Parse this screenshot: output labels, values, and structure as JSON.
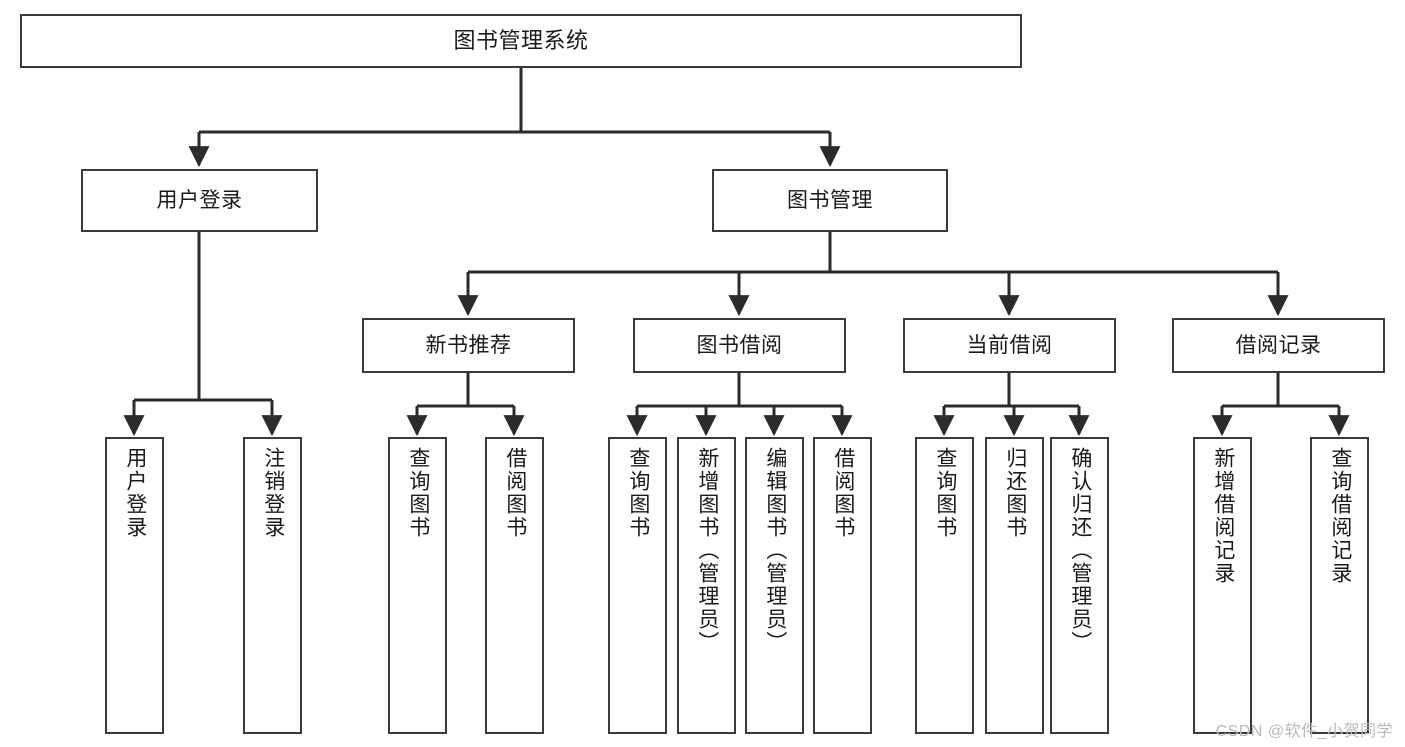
{
  "diagram": {
    "type": "tree",
    "title": "图书管理系统",
    "orientation": "top-down",
    "colors": {
      "box_border": "#3a3a3a",
      "box_fill": "#ffffff",
      "edge": "#2b2b2b",
      "text": "#1a1a1a",
      "watermark": "#b9b9b9",
      "background": "#ffffff"
    }
  },
  "watermark": {
    "text": "CSDN @软件_小贺同学"
  },
  "nodes": {
    "root": {
      "label": "图书管理系统"
    },
    "level1": [
      {
        "id": "user-login",
        "label": "用户登录"
      },
      {
        "id": "book-manage",
        "label": "图书管理"
      }
    ],
    "level2": [
      {
        "id": "new-book-recommend",
        "label": "新书推荐"
      },
      {
        "id": "book-borrow",
        "label": "图书借阅"
      },
      {
        "id": "current-borrow",
        "label": "当前借阅"
      },
      {
        "id": "borrow-record",
        "label": "借阅记录"
      }
    ],
    "leaves": [
      {
        "id": "leaf-user-login",
        "parent": "user-login",
        "label": "用户登录"
      },
      {
        "id": "leaf-logout",
        "parent": "user-login",
        "label": "注销登录"
      },
      {
        "id": "leaf-query-book-1",
        "parent": "new-book-recommend",
        "label": "查询图书"
      },
      {
        "id": "leaf-borrow-book-1",
        "parent": "new-book-recommend",
        "label": "借阅图书"
      },
      {
        "id": "leaf-query-book-2",
        "parent": "book-borrow",
        "label": "查询图书"
      },
      {
        "id": "leaf-add-book",
        "parent": "book-borrow",
        "label": "新增图书（管理员）"
      },
      {
        "id": "leaf-edit-book",
        "parent": "book-borrow",
        "label": "编辑图书（管理员）"
      },
      {
        "id": "leaf-borrow-book-2",
        "parent": "book-borrow",
        "label": "借阅图书"
      },
      {
        "id": "leaf-query-book-3",
        "parent": "current-borrow",
        "label": "查询图书"
      },
      {
        "id": "leaf-return-book",
        "parent": "current-borrow",
        "label": "归还图书"
      },
      {
        "id": "leaf-confirm-return",
        "parent": "current-borrow",
        "label": "确认归还（管理员）"
      },
      {
        "id": "leaf-add-record",
        "parent": "borrow-record",
        "label": "新增借阅记录"
      },
      {
        "id": "leaf-query-record",
        "parent": "borrow-record",
        "label": "查询借阅记录"
      }
    ]
  }
}
